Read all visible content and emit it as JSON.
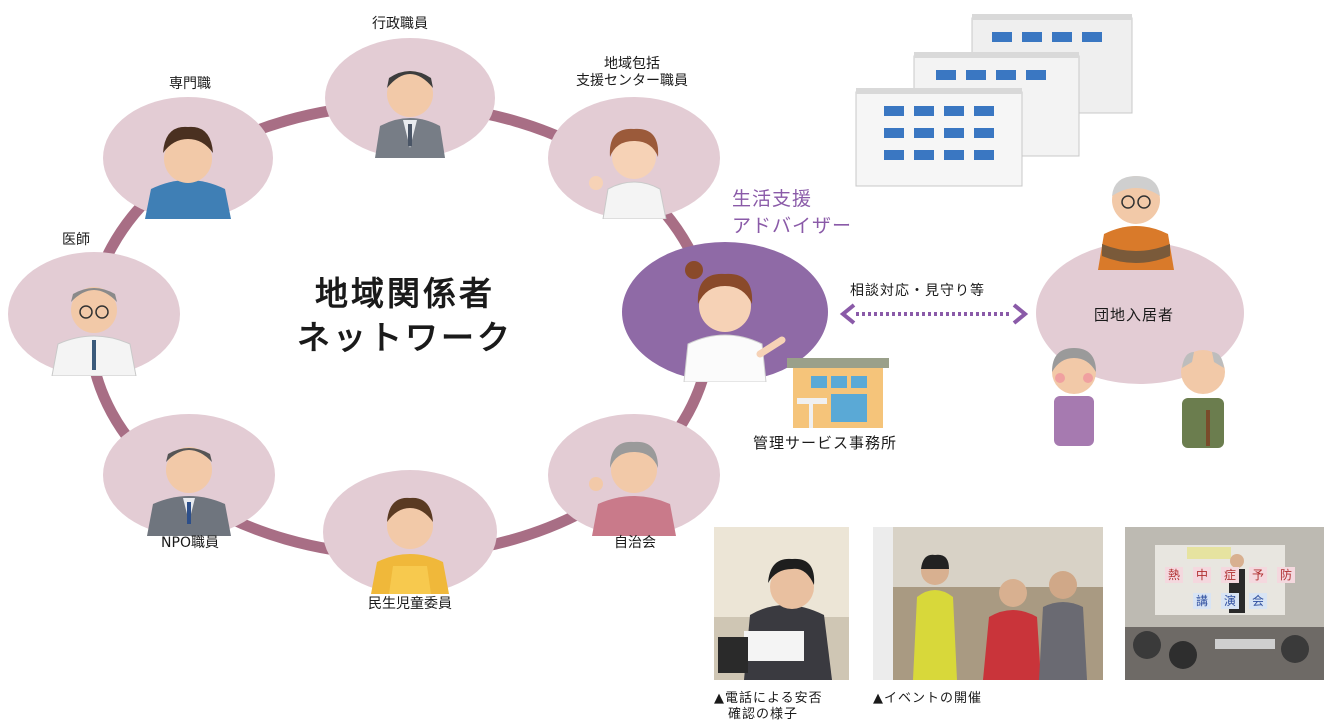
{
  "network": {
    "center_title_line1": "地域関係者",
    "center_title_line2": "ネットワーク",
    "nodes": {
      "gyosei": "行政職員",
      "houkatsu_line1": "地域包括",
      "houkatsu_line2": "支援センター職員",
      "senmon": "専門職",
      "ishi": "医師",
      "npo": "NPO職員",
      "minsei": "民生児童委員",
      "jichi": "自治会"
    }
  },
  "advisor": {
    "label_line1": "生活支援",
    "label_line2": "アドバイザー"
  },
  "arrow": {
    "label": "相談対応・見守り等"
  },
  "residents": {
    "label": "団地入居者"
  },
  "office": {
    "label": "管理サービス事務所"
  },
  "photos": {
    "caption1_line1": "▲電話による安否",
    "caption1_line2": "確認の様子",
    "caption2": "▲イベントの開催",
    "banner_chars": [
      "熱",
      "中",
      "症",
      "予",
      "防",
      "講",
      "演",
      "会"
    ]
  },
  "colors": {
    "ring": "#a86e85",
    "node_fill": "#e3ccd4",
    "advisor_fill": "#8f6aa6",
    "arrow": "#8a5aa8"
  }
}
